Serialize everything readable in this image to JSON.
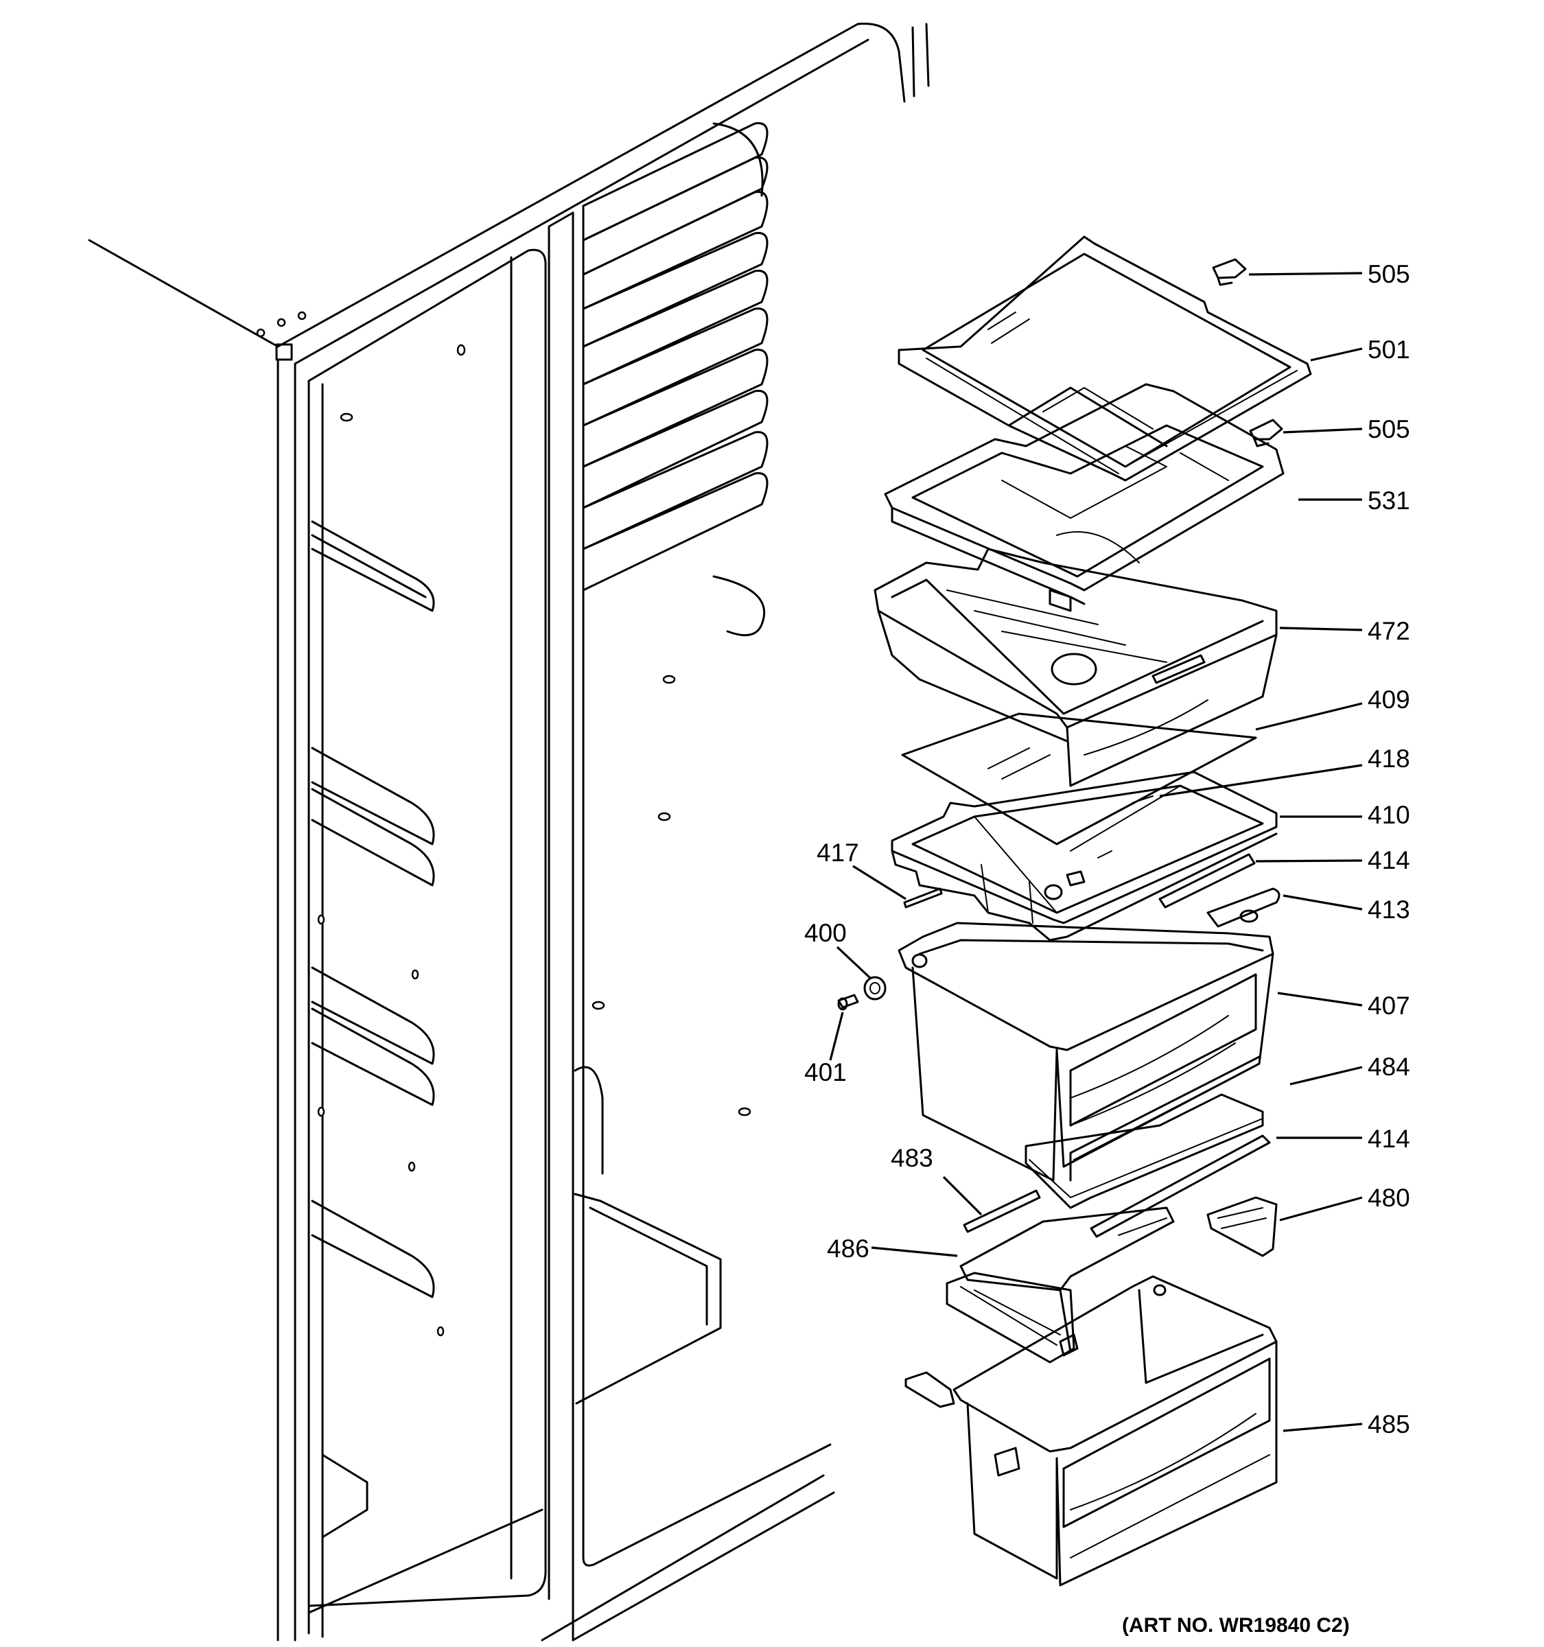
{
  "diagram": {
    "art_number": "(ART NO. WR19840 C2)",
    "part_labels": {
      "p505a": "505",
      "p501": "501",
      "p505b": "505",
      "p531": "531",
      "p472": "472",
      "p409": "409",
      "p418": "418",
      "p410": "410",
      "p414a": "414",
      "p413": "413",
      "p417": "417",
      "p400": "400",
      "p401": "401",
      "p407": "407",
      "p484": "484",
      "p414b": "414",
      "p483": "483",
      "p480": "480",
      "p486": "486",
      "p485": "485"
    }
  }
}
